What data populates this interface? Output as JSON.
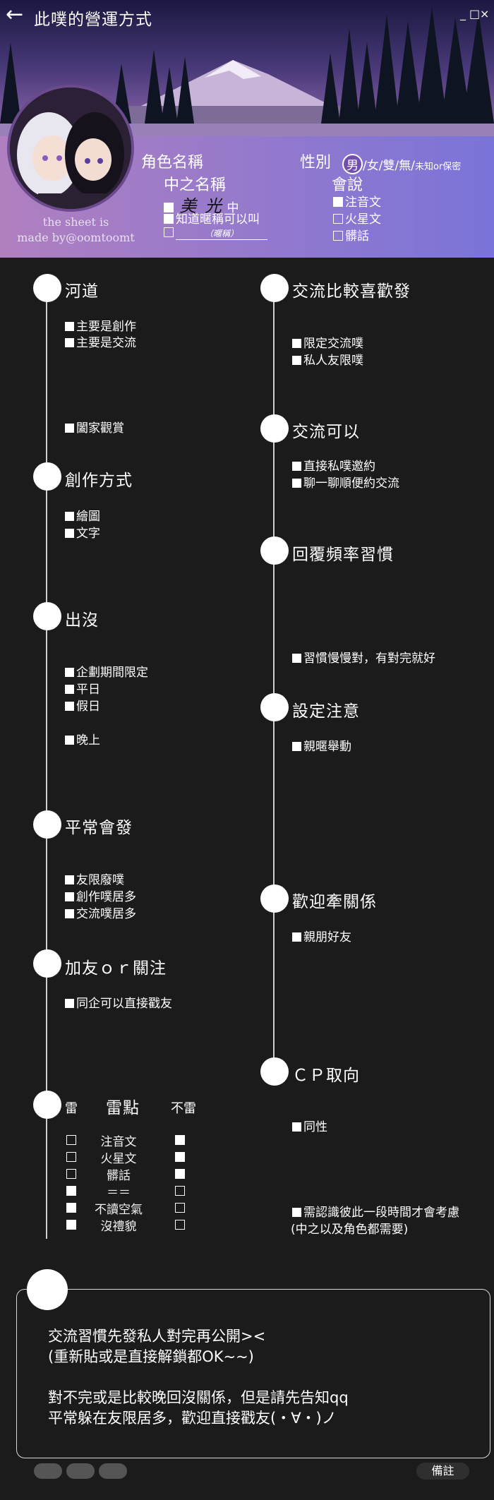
{
  "window": {
    "title": "此噗的營運方式",
    "controls": {
      "minimize": "_",
      "maximize": "□",
      "close": "×"
    }
  },
  "icons": {
    "back": "left-arrow-icon"
  },
  "colors": {
    "background": "#1b1b1b",
    "node": "#ffffff",
    "header_band": "#8a6fc7"
  },
  "profile": {
    "credit_line1": "the sheet is",
    "credit_line2": "made by@oomtoomt",
    "character_name_label": "角色名稱",
    "gender_label": "性別",
    "gender_options": [
      "男",
      "女",
      "雙",
      "無",
      "未知or保密"
    ],
    "gender_selected": "男",
    "player_name_label": "中之名稱",
    "player_name_value": "美 光",
    "player_name_suffix": "中",
    "nickname_ok": "知道暱稱可以叫",
    "nickname_hint": "（暱稱）",
    "languages_label": "會說",
    "languages": [
      {
        "label": "注音文",
        "checked": true
      },
      {
        "label": "火星文",
        "checked": false
      },
      {
        "label": "髒話",
        "checked": false
      }
    ]
  },
  "left_sections": {
    "river": {
      "title": "河道",
      "items": [
        "主要是創作",
        "主要是交流",
        "闔家觀賞"
      ]
    },
    "creation": {
      "title": "創作方式",
      "items": [
        "繪圖",
        "文字"
      ]
    },
    "presence": {
      "title": "出沒",
      "items": [
        "企劃期間限定",
        "平日",
        "假日",
        "晚上"
      ]
    },
    "posting": {
      "title": "平常會發",
      "items": [
        "友限廢噗",
        "創作噗居多",
        "交流噗居多"
      ]
    },
    "follow": {
      "title": "加友ｏｒ關注",
      "items": [
        "同企可以直接戳友"
      ]
    },
    "mines": {
      "col_mine": "雷",
      "title": "雷點",
      "col_not": "不雷",
      "rows": [
        {
          "name": "注音文",
          "mine": false,
          "not": true
        },
        {
          "name": "火星文",
          "mine": false,
          "not": true
        },
        {
          "name": "髒話",
          "mine": false,
          "not": true
        },
        {
          "name": "＝＝",
          "mine": true,
          "not": false
        },
        {
          "name": "不讀空氣",
          "mine": true,
          "not": false
        },
        {
          "name": "沒禮貌",
          "mine": true,
          "not": false
        }
      ]
    }
  },
  "right_sections": {
    "prefer": {
      "title": "交流比較喜歡發",
      "items": [
        "限定交流噗",
        "私人友限噗"
      ]
    },
    "allowed": {
      "title": "交流可以",
      "items": [
        "直接私噗邀約",
        "聊一聊順便約交流"
      ]
    },
    "reply": {
      "title": "回覆頻率習慣",
      "items": [
        "習慣慢慢對，有對完就好"
      ]
    },
    "settings": {
      "title": "設定注意",
      "items": [
        "親暱舉動"
      ]
    },
    "relations": {
      "title": "歡迎牽關係",
      "items": [
        "親朋好友"
      ]
    },
    "cp": {
      "title": "ＣＰ取向",
      "items": [
        "同性",
        "需認識彼此一段時間才會考慮"
      ],
      "note": "(中之以及角色都需要)"
    }
  },
  "notes": {
    "line1": "交流習慣先發私人對完再公開><",
    "line2": "(重新貼或是直接解鎖都OK~~)",
    "line3": "對不完或是比較晚回沒關係，但是請先告知qq",
    "line4": "平常躲在友限居多，歡迎直接戳友(・∀・)ノ"
  },
  "footer": {
    "memo_button": "備註"
  }
}
